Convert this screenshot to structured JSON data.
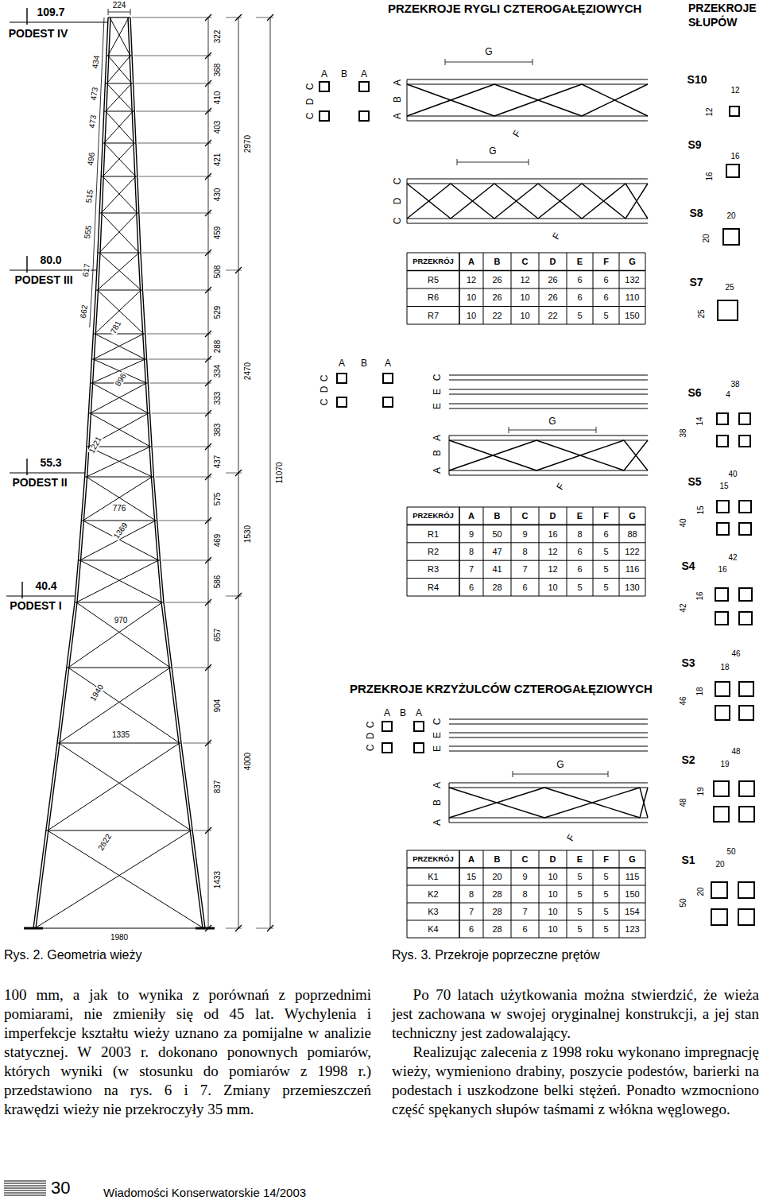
{
  "diagram": {
    "labels": [
      "224",
      "109.7",
      "PODEST IV",
      "434",
      "473",
      "473",
      "496",
      "515",
      "555",
      "617",
      "662",
      "781",
      "896",
      "80.0",
      "PODEST III",
      "1221",
      "55.3",
      "PODEST II",
      "776",
      "1369",
      "40.4",
      "PODEST I",
      "970",
      "1940",
      "1335",
      "2622",
      "1980",
      "322",
      "368",
      "410",
      "403",
      "421",
      "430",
      "459",
      "508",
      "529",
      "288",
      "334",
      "333",
      "383",
      "437",
      "575",
      "469",
      "586",
      "657",
      "904",
      "837",
      "1433",
      "2970",
      "2470",
      "1530",
      "4000",
      "11070",
      "PRZEKROJE RYGLI CZTEROGAŁĘZIOWYCH",
      "PRZEKROJE SŁUPÓW",
      "A",
      "B",
      "A",
      "C",
      "D",
      "C",
      "G",
      "A",
      "B",
      "A",
      "F",
      "G",
      "F",
      "C",
      "D",
      "C",
      "PRZEKRÓJ",
      "A",
      "B",
      "C",
      "D",
      "E",
      "F",
      "G",
      "R5",
      "12",
      "26",
      "12",
      "26",
      "6",
      "6",
      "132",
      "R6",
      "10",
      "26",
      "10",
      "26",
      "6",
      "6",
      "110",
      "R7",
      "10",
      "22",
      "10",
      "22",
      "5",
      "5",
      "150",
      "A",
      "B",
      "A",
      "C",
      "D",
      "C",
      "E",
      "E",
      "C",
      "A",
      "B",
      "A",
      "G",
      "F",
      "PRZEKRÓJ",
      "A",
      "B",
      "C",
      "D",
      "E",
      "F",
      "G",
      "R1",
      "9",
      "50",
      "9",
      "16",
      "8",
      "6",
      "88",
      "R2",
      "8",
      "47",
      "8",
      "12",
      "6",
      "5",
      "122",
      "R3",
      "7",
      "41",
      "7",
      "12",
      "6",
      "5",
      "116",
      "R4",
      "6",
      "28",
      "6",
      "10",
      "5",
      "5",
      "130",
      "PRZEKROJE KRZYŻULCÓW CZTEROGAŁĘZIOWYCH",
      "A",
      "B",
      "A",
      "C",
      "D",
      "C",
      "E",
      "E",
      "C",
      "A",
      "B",
      "A",
      "G",
      "F",
      "PRZEKRÓJ",
      "A",
      "B",
      "C",
      "D",
      "E",
      "F",
      "G",
      "K1",
      "15",
      "20",
      "9",
      "10",
      "5",
      "5",
      "115",
      "K2",
      "8",
      "28",
      "8",
      "10",
      "5",
      "5",
      "150",
      "K3",
      "7",
      "28",
      "7",
      "10",
      "5",
      "5",
      "154",
      "K4",
      "6",
      "28",
      "6",
      "10",
      "5",
      "5",
      "123",
      "S10",
      "12",
      "12",
      "S9",
      "16",
      "16",
      "S8",
      "20",
      "20",
      "S7",
      "25",
      "25",
      "S6",
      "38",
      "4",
      "38",
      "14",
      "S5",
      "40",
      "15",
      "40",
      "15",
      "S4",
      "42",
      "16",
      "42",
      "16",
      "S3",
      "46",
      "18",
      "46",
      "18",
      "S2",
      "48",
      "19",
      "48",
      "19",
      "S1",
      "50",
      "20",
      "50",
      "20",
      "Rys. 2. Geometria wieży",
      "Rys. 3. Przekroje poprzeczne prętów",
      "100 mm, a jak to wynika z porównań z poprzednimi pomiarami, nie zmieniły się od 45 lat. Wychylenia i imperfekcje kształtu wieży uznano za pomijalne w analizie statycznej. W 2003 r. dokonano ponownych pomiarów, których wyniki (w stosunku do pomiarów z 1998 r.) przedstawiono na rys. 6 i 7. Zmiany przemieszczeń krawędzi wieży nie przekroczyły 35 mm.",
      "Po 70 latach użytkowania można stwierdzić, że wieża jest zachowana w swojej oryginalnej konstrukcji, a jej stan techniczny jest zadowalający.",
      "Realizując zalecenia z 1998 roku wykonano impregnację wieży, wymieniono drabiny, poszycie podestów, barierki na podestach i uszkodzone belki stężeń. Ponadto wzmocniono część spękanych słupów taśmami z włókna węglowego.",
      "30",
      "Wiadomości Konserwatorskie 14/2003"
    ]
  }
}
